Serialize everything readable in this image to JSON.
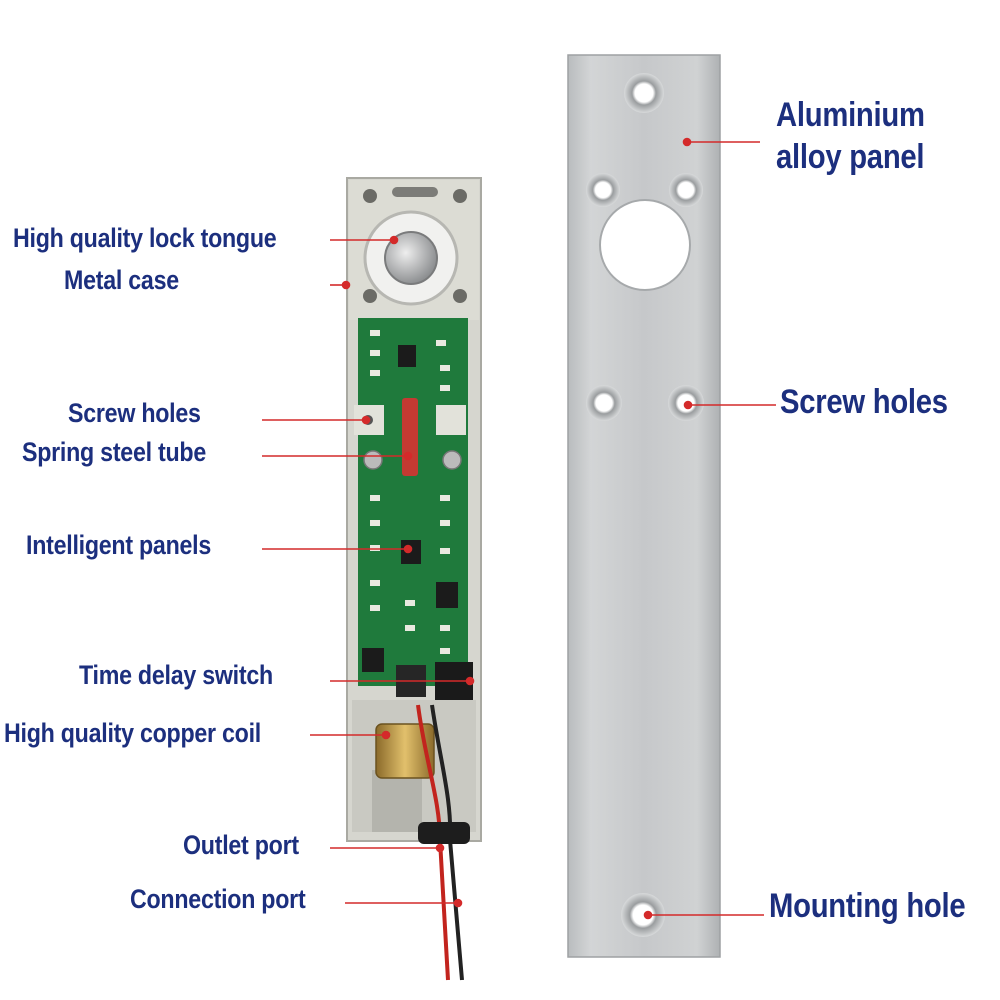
{
  "labels": {
    "lock_tongue": "High quality lock tongue",
    "metal_case": "Metal case",
    "screw_holes_left": "Screw holes",
    "spring_steel_tube": "Spring steel tube",
    "intelligent_panels": "Intelligent panels",
    "time_delay_switch": "Time delay switch",
    "copper_coil": "High quality copper coil",
    "outlet_port": "Outlet port",
    "connection_port": "Connection port",
    "aluminium_panel_line1": "Aluminium",
    "aluminium_panel_line2": "alloy panel",
    "screw_holes_right": "Screw holes",
    "mounting_hole": "Mounting hole"
  },
  "colors": {
    "label_text": "#1c2f7e",
    "leader_line": "#d42a2a",
    "pcb_green": "#1f7a3c",
    "aluminium": "#c9ccce",
    "case_grey": "#d6d6cf"
  }
}
